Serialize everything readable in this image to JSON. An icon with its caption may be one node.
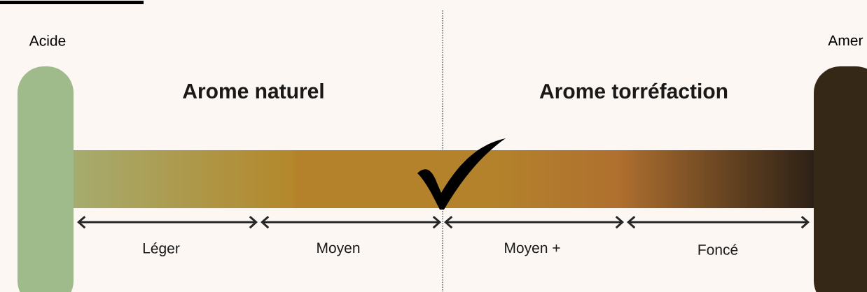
{
  "diagram": {
    "nodes": [
      {
        "text": [],
        "shape": "bar",
        "beside": [
          "Acide"
        ]
      },
      {
        "text": [],
        "shape": "bar",
        "beside": [
          "Amer"
        ]
      }
    ],
    "labels": [
      "Arome naturel",
      "Arome torréfaction",
      "Léger",
      "Moyen",
      "Moyen +",
      "Foncé"
    ]
  }
}
